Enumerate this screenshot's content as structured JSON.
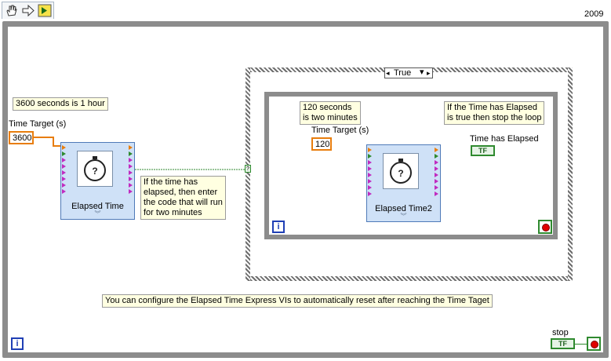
{
  "toolbar": {
    "buttons": [
      "hand-tool-icon",
      "run-arrow-icon",
      "run-continuously-icon"
    ]
  },
  "version_label": "2009",
  "outer_note": "3600 seconds is 1 hour",
  "outer_control": {
    "label": "Time Target (s)",
    "value": "3600"
  },
  "outer_express": {
    "caption": "Elapsed Time"
  },
  "elapsed_comment": [
    "If the time has",
    "elapsed, then enter",
    "the code that will run",
    "for two minutes"
  ],
  "case_selector": {
    "value": "True",
    "arrow": "▾"
  },
  "inner_note": [
    "120 seconds",
    "is two minutes"
  ],
  "inner_control": {
    "label": "Time Target (s)",
    "value": "120"
  },
  "inner_express": {
    "caption": "Elapsed Time2"
  },
  "stop_comment": [
    "If the Time has Elapsed",
    "is true then stop the loop"
  ],
  "indicator": {
    "label": "Time has Elapsed",
    "value": "TF"
  },
  "iteration_terminal": "i",
  "bottom_comment": "You can configure the Elapsed Time Express VIs to automatically reset after reaching the Time Taget",
  "stop_control": {
    "label": "stop",
    "value": "TF"
  },
  "colors": {
    "wire_orange": "#e87d0d",
    "wire_green": "#2f8a2f",
    "loop_gray": "#8c8c8c",
    "note_yellow": "#ffffe1"
  }
}
